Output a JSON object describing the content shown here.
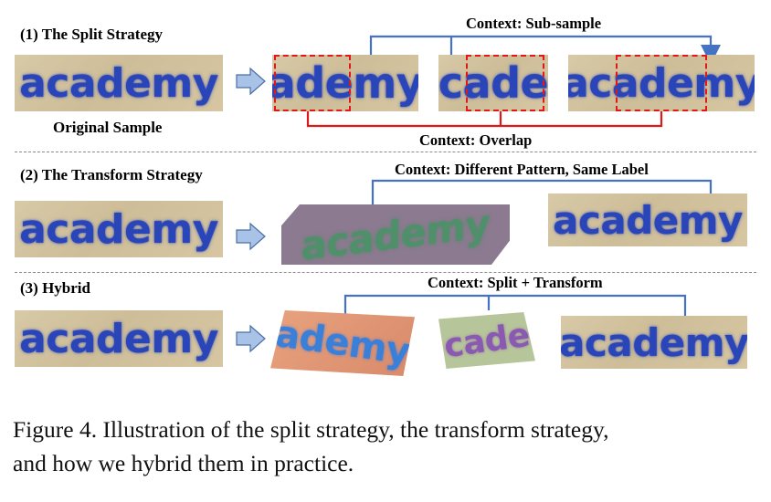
{
  "section1": {
    "heading": "(1) The Split Strategy",
    "original_label": "Original Sample",
    "sample_word": "academy",
    "crops": [
      "ademy",
      "cade",
      "academy"
    ],
    "context_top": "Context: Sub-sample",
    "context_bottom": "Context: Overlap"
  },
  "section2": {
    "heading": "(2) The Transform Strategy",
    "sample_word": "academy",
    "transformed_word": "academy",
    "target_word": "academy",
    "context": "Context: Different Pattern, Same Label"
  },
  "section3": {
    "heading": "(3) Hybrid",
    "sample_word": "academy",
    "crops": [
      "ademy",
      "cade",
      "academy"
    ],
    "context": "Context: Split + Transform"
  },
  "caption": {
    "line1": "Figure 4.  Illustration of the split strategy, the transform strategy,",
    "line2": "and how we hybrid them in practice."
  },
  "colors": {
    "blue_connector": "#4472c4",
    "red_connector": "#e01818",
    "arrow_fill": "#a9c3e8",
    "text_blue": "#2a45b8"
  }
}
